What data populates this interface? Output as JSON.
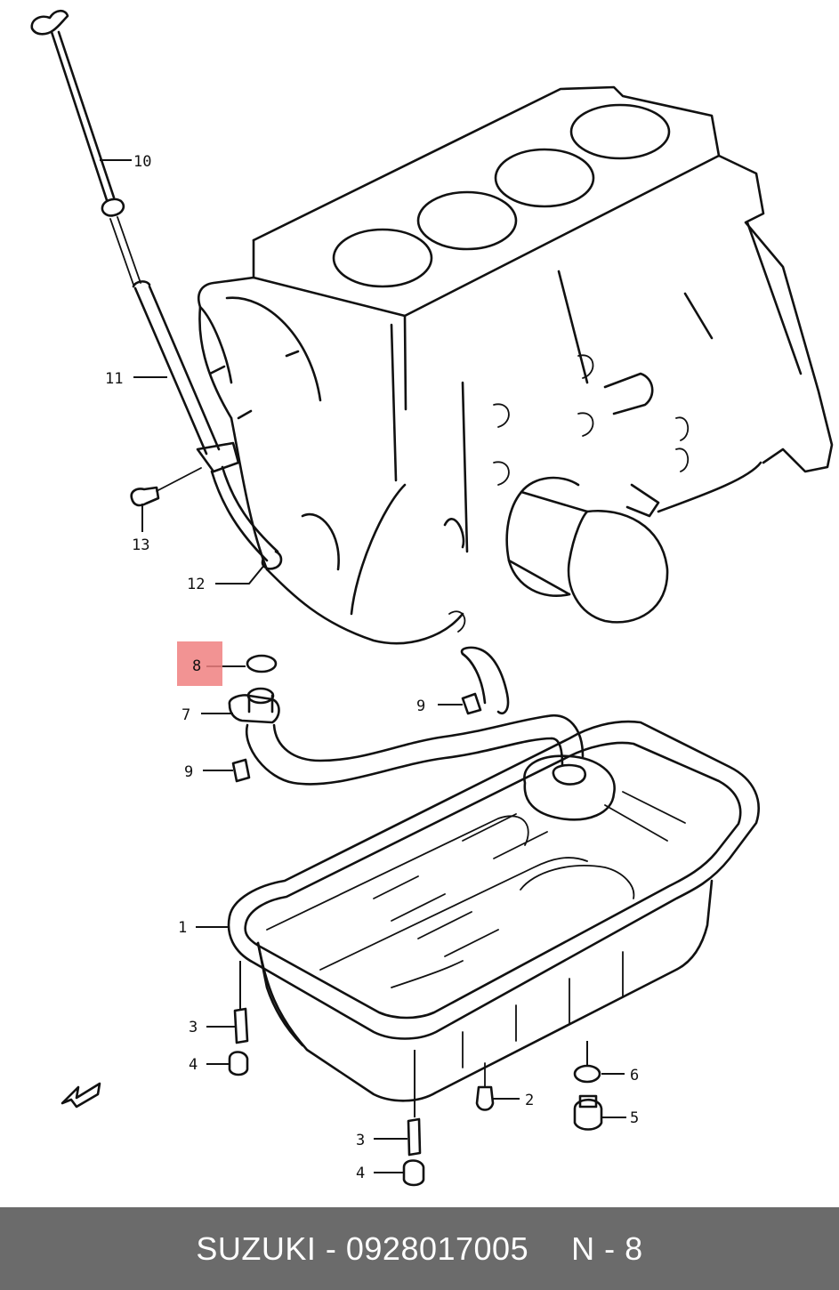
{
  "colors": {
    "footer_bg": "#6b6b6b",
    "footer_text": "#ffffff",
    "highlight": "#f08080",
    "ink": "#111111"
  },
  "callouts": [
    {
      "id": "c10",
      "label": "10"
    },
    {
      "id": "c11",
      "label": "11"
    },
    {
      "id": "c13",
      "label": "13"
    },
    {
      "id": "c12",
      "label": "12"
    },
    {
      "id": "c8",
      "label": "8",
      "highlighted": true
    },
    {
      "id": "c7",
      "label": "7"
    },
    {
      "id": "c9a",
      "label": "9"
    },
    {
      "id": "c9b",
      "label": "9"
    },
    {
      "id": "c1",
      "label": "1"
    },
    {
      "id": "c3a",
      "label": "3"
    },
    {
      "id": "c4a",
      "label": "4"
    },
    {
      "id": "c6",
      "label": "6"
    },
    {
      "id": "c2",
      "label": "2"
    },
    {
      "id": "c5",
      "label": "5"
    },
    {
      "id": "c3b",
      "label": "3"
    },
    {
      "id": "c4b",
      "label": "4"
    }
  ],
  "footer": {
    "brand_part": "SUZUKI - 0928017005",
    "page_ref": "N - 8"
  }
}
